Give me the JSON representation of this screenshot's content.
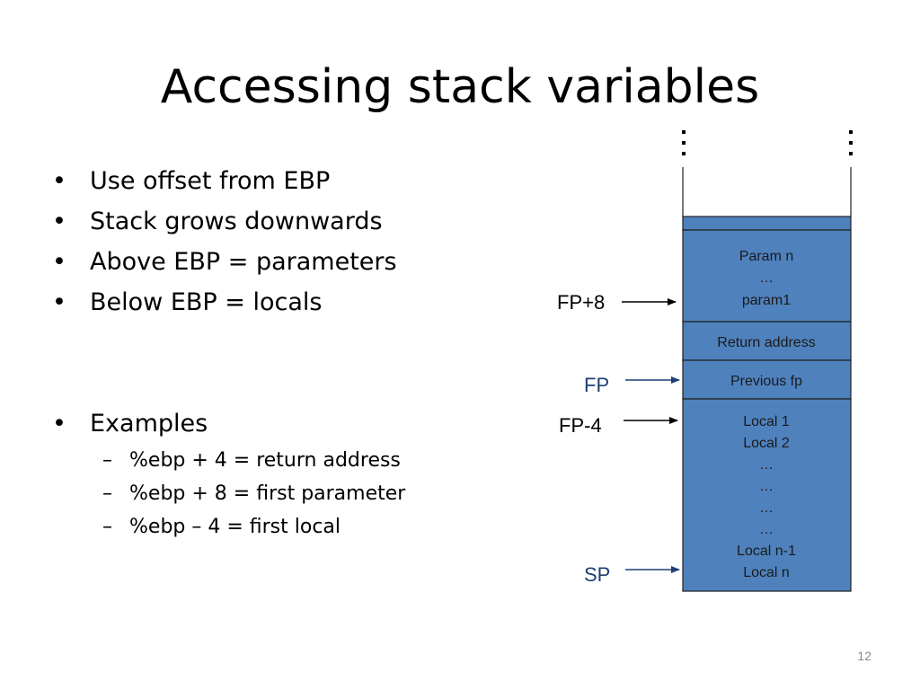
{
  "slide": {
    "title": "Accessing stack variables",
    "page_number": "12"
  },
  "bullets": [
    {
      "text": "Use offset from EBP"
    },
    {
      "text": "Stack grows downwards"
    },
    {
      "text": "Above EBP = parameters"
    },
    {
      "text": "Below EBP = locals"
    },
    {
      "text": "Examples"
    }
  ],
  "sub_bullets": [
    {
      "text": "%ebp + 4 = return address"
    },
    {
      "text": "%ebp + 8 = first parameter"
    },
    {
      "text": "%ebp – 4  = first local"
    }
  ],
  "stack": {
    "cells": [
      {
        "lines": [
          "Param n",
          "…",
          "param1"
        ]
      },
      {
        "lines": [
          "Return address"
        ]
      },
      {
        "lines": [
          "Previous fp"
        ]
      },
      {
        "lines": [
          "Local 1",
          "Local 2",
          "…",
          "…",
          "…",
          "…",
          "Local n-1",
          "Local n"
        ]
      }
    ]
  },
  "pointers": [
    {
      "label": "FP+8"
    },
    {
      "label": "FP"
    },
    {
      "label": "FP-4"
    },
    {
      "label": "SP"
    }
  ],
  "colors": {
    "cell_fill": "#4f81bd",
    "cell_border": "#1f1f1f",
    "pointer_blue": "#1f3f73",
    "arrow_blue": "#1f3f73",
    "arrow_black": "#000000"
  }
}
